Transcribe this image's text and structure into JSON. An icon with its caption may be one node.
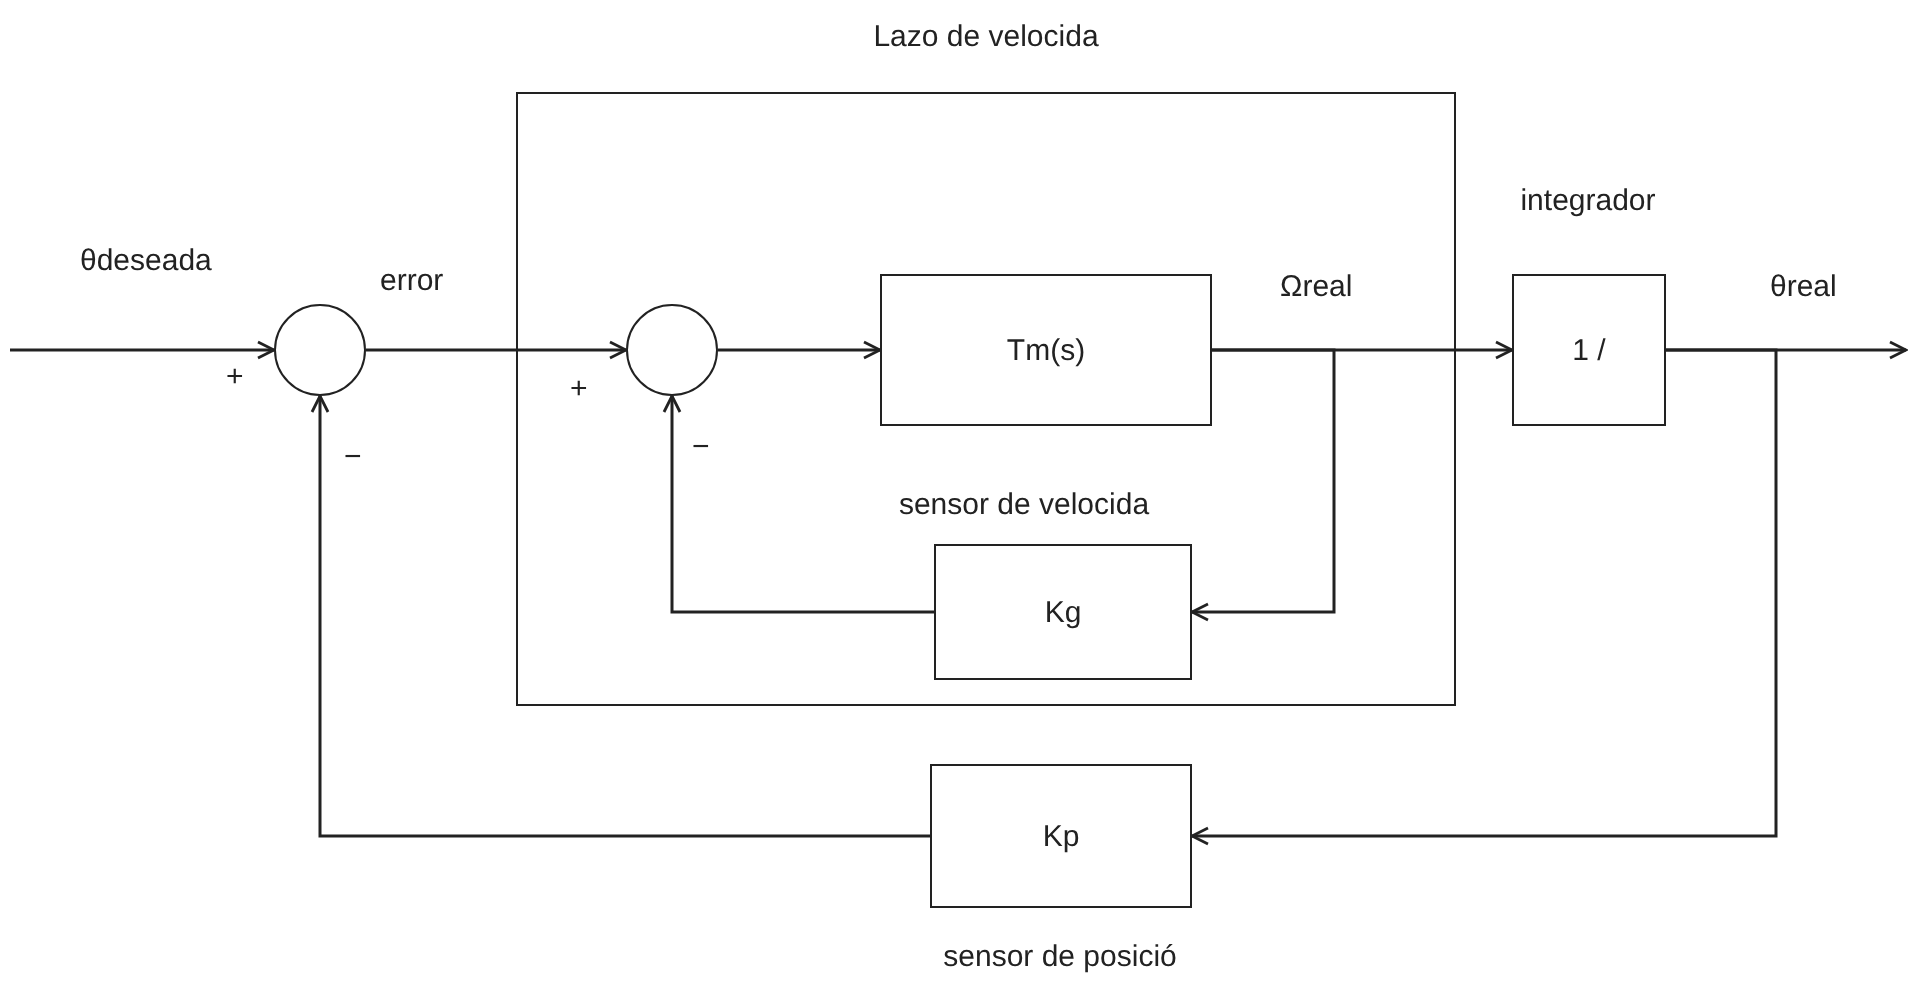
{
  "diagram": {
    "nodes": [
      {
        "text": [
          "Lazo de velocida"
        ]
      },
      {
        "text": [],
        "shape": "circle"
      },
      {
        "text": [],
        "shape": "circle",
        "in": 0
      },
      {
        "text": [
          "Tm(s)"
        ],
        "in": 0
      },
      {
        "text": [
          "Kg"
        ],
        "in": 0,
        "beside": [
          "sensor de velocida"
        ]
      },
      {
        "text": [
          "1 /"
        ],
        "beside": [
          "integrador"
        ]
      },
      {
        "text": [
          "Kp"
        ],
        "beside": [
          "sensor de posició"
        ]
      }
    ],
    "edges": [
      {
        "from": null,
        "to": 1,
        "arrow": "to"
      },
      {
        "from": 1,
        "to": 2,
        "arrow": "to"
      },
      {
        "from": 2,
        "to": 3,
        "arrow": "to"
      },
      {
        "from": 3,
        "to": 5,
        "arrow": "to"
      },
      {
        "from": 3,
        "to": 4,
        "arrow": "to"
      },
      {
        "from": 4,
        "to": 2,
        "arrow": "to"
      },
      {
        "from": 5,
        "to": null,
        "arrow": "to"
      },
      {
        "from": 5,
        "to": 6,
        "arrow": "to"
      },
      {
        "from": 6,
        "to": 1,
        "arrow": "to"
      }
    ],
    "labels": [
      "θdeseada",
      "error",
      "Ωreal",
      "θreal",
      "+",
      "+",
      "−",
      "−"
    ]
  }
}
